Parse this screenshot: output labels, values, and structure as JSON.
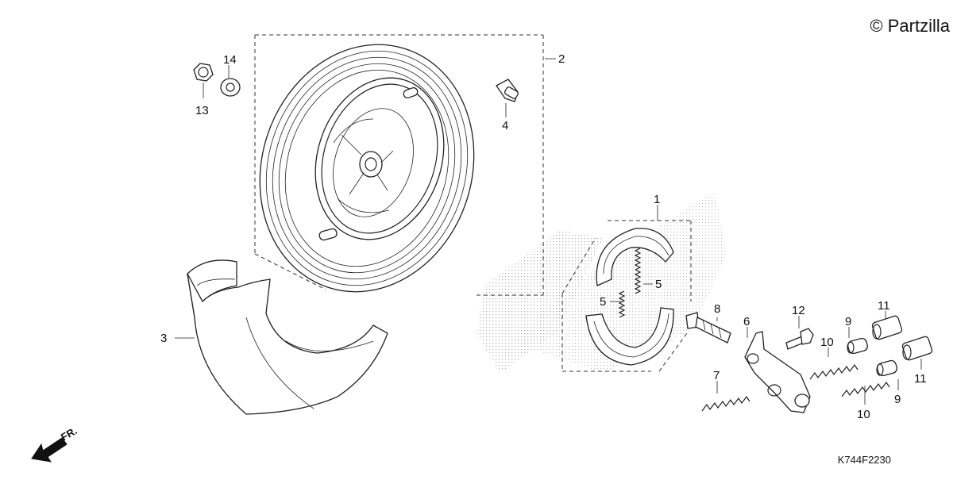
{
  "watermark": "© Partzilla",
  "drawing_code": "K744F2230",
  "direction_label": "FR.",
  "callouts": {
    "c1": "1",
    "c2": "2",
    "c3": "3",
    "c4": "4",
    "c5a": "5",
    "c5b": "5",
    "c6": "6",
    "c7": "7",
    "c8": "8",
    "c9a": "9",
    "c9b": "9",
    "c10a": "10",
    "c10b": "10",
    "c11a": "11",
    "c11b": "11",
    "c12": "12",
    "c13": "13",
    "c14": "14"
  }
}
